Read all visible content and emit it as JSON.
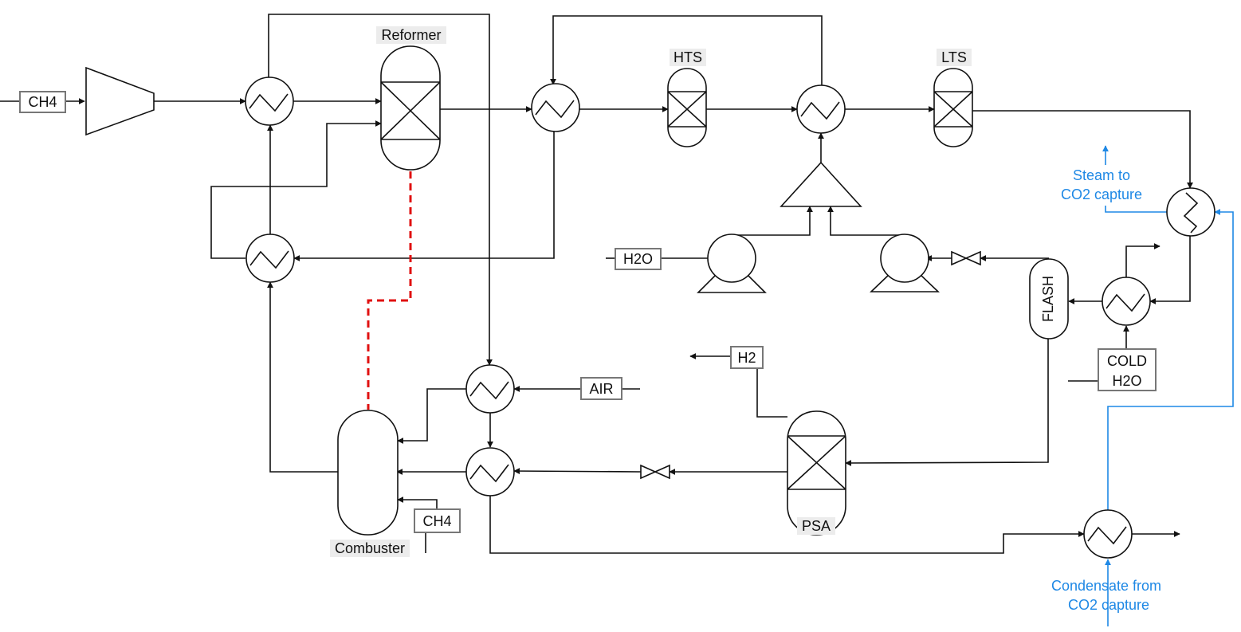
{
  "colors": {
    "line": "#111111",
    "utility": "#1e88e5",
    "heat_link": "#e01010"
  },
  "labels": {
    "ch4_feed": "CH4",
    "reformer": "Reformer",
    "hts": "HTS",
    "lts": "LTS",
    "h2o": "H2O",
    "flash": "FLASH",
    "steam_line1": "Steam to",
    "steam_line2": "CO2 capture",
    "cold_line1": "COLD",
    "cold_line2": "H2O",
    "h2": "H2",
    "air": "AIR",
    "ch4_fuel": "CH4",
    "combuster": "Combuster",
    "psa": "PSA",
    "cond_line1": "Condensate from",
    "cond_line2": "CO2 capture"
  }
}
